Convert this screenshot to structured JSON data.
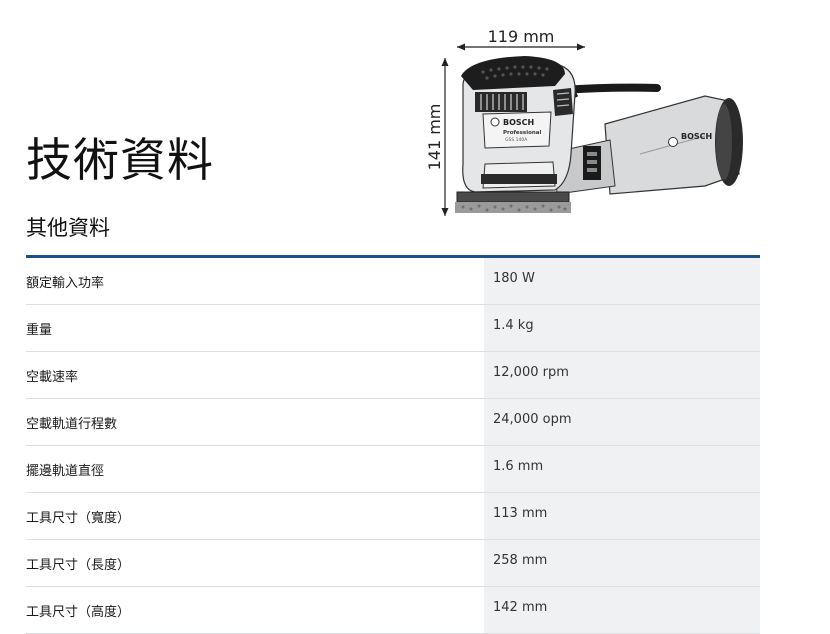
{
  "page": {
    "title": "技術資料",
    "section_title": "其他資料"
  },
  "figure": {
    "width_label": "119 mm",
    "height_label": "141 mm",
    "brand": "BOSCH",
    "brand_sub": "Professional",
    "model": "GSS 140A"
  },
  "specs": [
    {
      "label": "額定輸入功率",
      "value": "180 W"
    },
    {
      "label": "重量",
      "value": "1.4 kg"
    },
    {
      "label": "空載速率",
      "value": "12,000 rpm"
    },
    {
      "label": "空載軌道行程數",
      "value": "24,000 opm"
    },
    {
      "label": "擺邊軌道直徑",
      "value": "1.6 mm"
    },
    {
      "label": "工具尺寸（寬度）",
      "value": "113 mm"
    },
    {
      "label": "工具尺寸（長度）",
      "value": "258 mm"
    },
    {
      "label": "工具尺寸（高度）",
      "value": "142 mm"
    }
  ],
  "colors": {
    "table_top_border": "#1d4f8c",
    "value_cell_bg": "#eff1f2"
  }
}
